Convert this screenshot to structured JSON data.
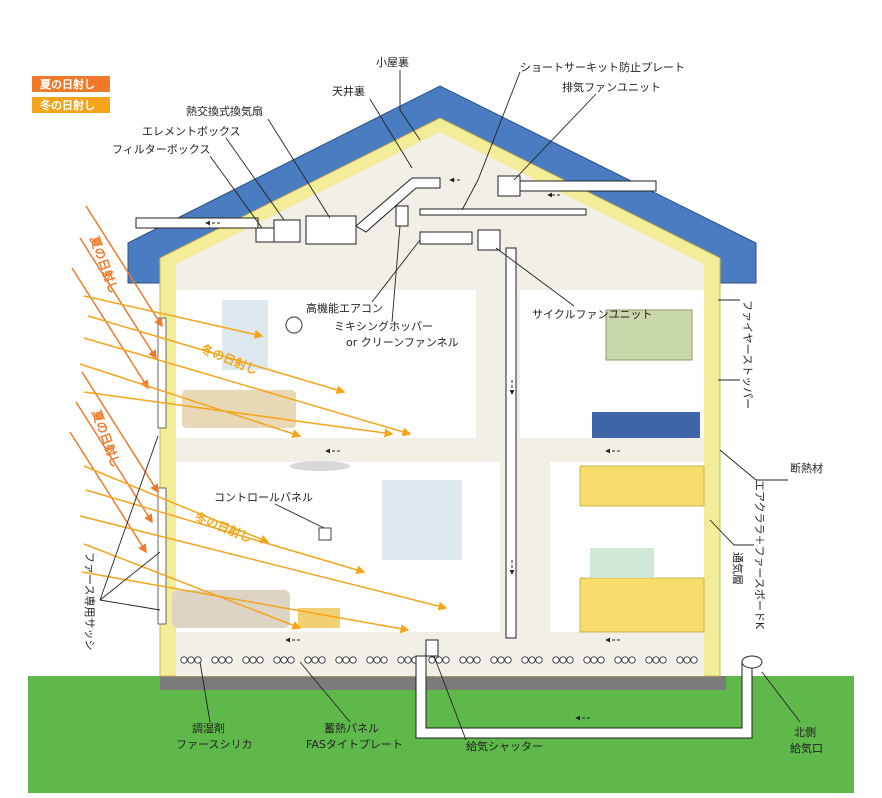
{
  "legend": {
    "summer": "夏の日射し",
    "winter": "冬の日射し",
    "summer_color": "#f07a2a",
    "winter_color": "#f4a51c"
  },
  "labels": {
    "attic": "小屋裏",
    "ceiling_space": "天井裏",
    "short_circuit_plate": "ショートサーキット防止プレート",
    "exhaust_fan_unit": "排気ファンユニット",
    "heat_exchange_fan": "熱交換式換気扇",
    "element_box": "エレメントボックス",
    "filter_box": "フィルターボックス",
    "high_perf_aircon": "高機能エアコン",
    "mixing_hopper": "ミキシングホッパー",
    "or_clean_funnel": "or クリーンファンネル",
    "cycle_fan_unit": "サイクルファンユニット",
    "fire_stopper": "ファイヤーストッパー",
    "insulation": "断熱材",
    "insulation_product": "エアクララ＋ファースボードK",
    "vent_layer": "通気層",
    "control_panel": "コントロールパネル",
    "fas_sash": "ファース専用サッシ",
    "humidity_agent": "調湿剤",
    "fas_silica": "ファースシリカ",
    "heat_storage_panel": "蓄熱パネル",
    "fas_tight_plate": "FASタイトプレート",
    "supply_shutter": "給気シャッター",
    "north_side": "北側",
    "supply_inlet": "給気口",
    "summer_sun_1": "夏の日射し",
    "summer_sun_2": "夏の日射し",
    "winter_sun_1": "冬の日射し",
    "winter_sun_2": "冬の日射し"
  },
  "colors": {
    "roof": "#4a7cc2",
    "insulation": "#f3ec98",
    "interior": "#f2efe6",
    "ground": "#5fb84a",
    "summer_ray": "#f07a2a",
    "winter_ray": "#f4a51c"
  }
}
